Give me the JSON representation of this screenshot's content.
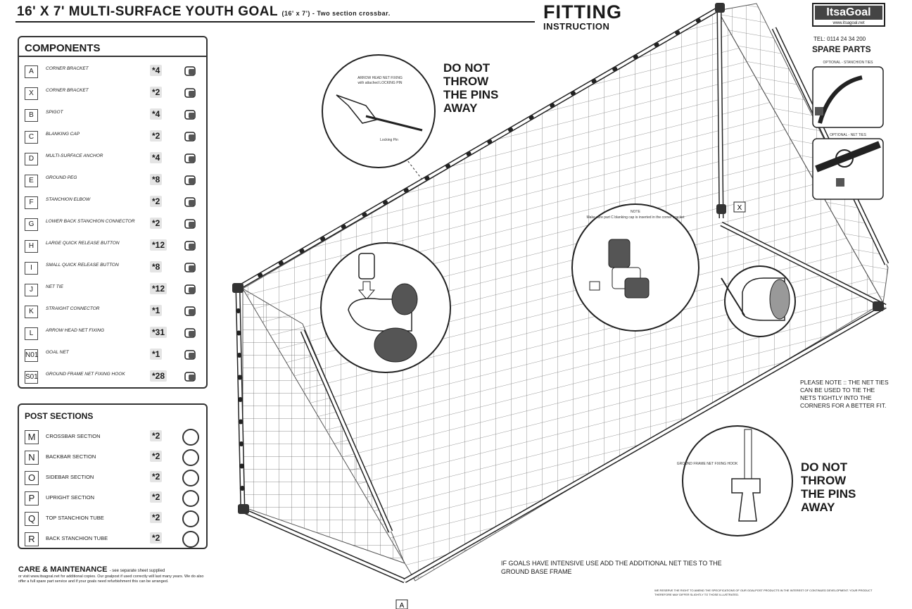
{
  "header": {
    "title": "16' X 7' MULTI-SURFACE YOUTH GOAL",
    "subtitle": "(16' x 7') - Two section crossbar.",
    "fitting_line1": "FITTING",
    "fitting_line2": "INSTRUCTION"
  },
  "brand": {
    "logo": "ItsaGoal",
    "url": "www.itsagoal.net",
    "tel": "TEL: 0114 24 34 200",
    "spare_parts": "SPARE PARTS"
  },
  "components": {
    "heading": "COMPONENTS",
    "items": [
      {
        "code": "A",
        "desc": "CORNER BRACKET",
        "qty": "*4",
        "icon": "corner-bracket-icon"
      },
      {
        "code": "X",
        "desc": "CORNER BRACKET",
        "qty": "*2",
        "icon": "corner-bracket-upright-icon"
      },
      {
        "code": "B",
        "desc": "SPIGOT",
        "qty": "*4",
        "icon": "spigot-icon"
      },
      {
        "code": "C",
        "desc": "BLANKING CAP",
        "qty": "*2",
        "icon": "blanking-cap-icon"
      },
      {
        "code": "D",
        "desc": "MULTI-SURFACE ANCHOR",
        "qty": "*4",
        "icon": "anchor-icon"
      },
      {
        "code": "E",
        "desc": "GROUND PEG",
        "qty": "*8",
        "icon": "ground-peg-icon"
      },
      {
        "code": "F",
        "desc": "STANCHION ELBOW",
        "qty": "*2",
        "icon": "elbow-icon"
      },
      {
        "code": "G",
        "desc": "LOWER BACK STANCHION CONNECTOR",
        "qty": "*2",
        "icon": "connector-icon"
      },
      {
        "code": "H",
        "desc": "LARGE QUICK RELEASE BUTTON",
        "qty": "*12",
        "icon": "large-button-icon"
      },
      {
        "code": "I",
        "desc": "SMALL QUICK RELEASE BUTTON",
        "qty": "*8",
        "icon": "small-button-icon"
      },
      {
        "code": "J",
        "desc": "NET TIE",
        "qty": "*12",
        "icon": "net-tie-icon"
      },
      {
        "code": "K",
        "desc": "STRAIGHT CONNECTOR",
        "qty": "*1",
        "icon": "straight-connector-icon"
      },
      {
        "code": "L",
        "desc": "ARROW HEAD NET FIXING",
        "qty": "*31",
        "icon": "arrow-fixing-icon"
      },
      {
        "code": "N01",
        "desc": "GOAL NET",
        "qty": "*1",
        "icon": "goal-net-icon"
      },
      {
        "code": "S01",
        "desc": "GROUND FRAME NET FIXING HOOK",
        "qty": "*28",
        "icon": "fixing-hook-icon"
      }
    ]
  },
  "posts": {
    "heading": "POST SECTIONS",
    "items": [
      {
        "code": "M",
        "desc": "CROSSBAR SECTION",
        "qty": "*2"
      },
      {
        "code": "N",
        "desc": "BACKBAR SECTION",
        "qty": "*2"
      },
      {
        "code": "O",
        "desc": "SIDEBAR SECTION",
        "qty": "*2"
      },
      {
        "code": "P",
        "desc": "UPRIGHT SECTION",
        "qty": "*2"
      },
      {
        "code": "Q",
        "desc": "TOP STANCHION TUBE",
        "qty": "*2"
      },
      {
        "code": "R",
        "desc": "BACK STANCHION TUBE",
        "qty": "*2"
      }
    ]
  },
  "care": {
    "title": "CARE & MAINTENANCE",
    "title_note": "- see separate sheet supplied",
    "text": "or visit www.itsagoal.net for additional copies. Our goalpost if used correctly will last many years. We do also offer a full spare part service and if your goals need refurbishment this can be arranged."
  },
  "warnings": {
    "line1": "DO NOT",
    "line2": "THROW",
    "line3": "THE PINS",
    "line4": "AWAY"
  },
  "notes": {
    "please": "PLEASE NOTE :: THE NET TIES CAN BE USED TO TIE THE NETS TIGHTLY INTO THE CORNERS FOR A BETTER FIT.",
    "intensive": "IF GOALS HAVE INTENSIVE USE ADD THE ADDITIONAL NET TIES TO THE GROUND BASE FRAME",
    "disclaimer": "WE RESERVE THE RIGHT TO AMEND THE SPECIFICATIONS OF OUR GOALPOST PRODUCTS IN THE INTEREST OF CONTINUED DEVELOPMENT. YOUR PRODUCT THEREFORE MAY DIFFER SLIGHTLY TO THOSE ILLUSTRATED."
  },
  "callouts": {
    "arrow_head": "ARROW HEAD NET FIXING",
    "arrow_head_sub": "with attached LOCKING PIN",
    "locking_pin": "Locking Pin",
    "note_title": "NOTE",
    "note_body": "Make sure part C blanking cap is inserted in the corner bracket",
    "ground_frame": "GROUND FRAME NET FIXING HOOK",
    "optional_stanchion": "OPTIONAL - STANCHION TIES",
    "optional_net": "OPTIONAL - NET TIES",
    "label_x": "X",
    "label_a": "A"
  },
  "colors": {
    "ink": "#1a1a1a",
    "qty_bg": "#e4e4e4"
  }
}
